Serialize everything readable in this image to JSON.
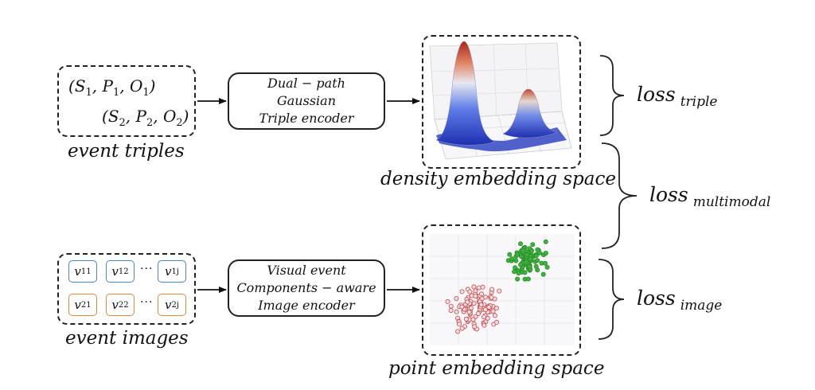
{
  "triples": {
    "line1": {
      "s": "S",
      "s_sub": "1",
      "p": "P",
      "p_sub": "1",
      "o": "O",
      "o_sub": "1"
    },
    "line2": {
      "s": "S",
      "s_sub": "2",
      "p": "P",
      "p_sub": "2",
      "o": "O",
      "o_sub": "2"
    },
    "caption": "event triples"
  },
  "images": {
    "row1": [
      {
        "v": "v",
        "sub": "11"
      },
      {
        "v": "v",
        "sub": "12"
      },
      {
        "v": "v",
        "sub": "1j"
      }
    ],
    "row2": [
      {
        "v": "v",
        "sub": "21"
      },
      {
        "v": "v",
        "sub": "22"
      },
      {
        "v": "v",
        "sub": "2j"
      }
    ],
    "ellipsis": "···",
    "caption": "event images"
  },
  "triple_encoder": {
    "line1": "Dual − path",
    "line2": "Gaussian",
    "line3": "Triple encoder"
  },
  "image_encoder": {
    "line1": "Visual event",
    "line2": "Components − aware",
    "line3": "Image encoder"
  },
  "density_space": {
    "caption": "density embedding space"
  },
  "point_space": {
    "caption": "point embedding space"
  },
  "losses": {
    "triple": {
      "base": "loss",
      "sub": "triple"
    },
    "multimodal": {
      "base": "loss",
      "sub": "multimodal"
    },
    "image": {
      "base": "loss",
      "sub": "image"
    }
  },
  "colors": {
    "box_blue": "#4a86c8",
    "box_orange": "#e08a3c",
    "cluster_green": "#3cb43c",
    "cluster_red": "#c84a50"
  }
}
